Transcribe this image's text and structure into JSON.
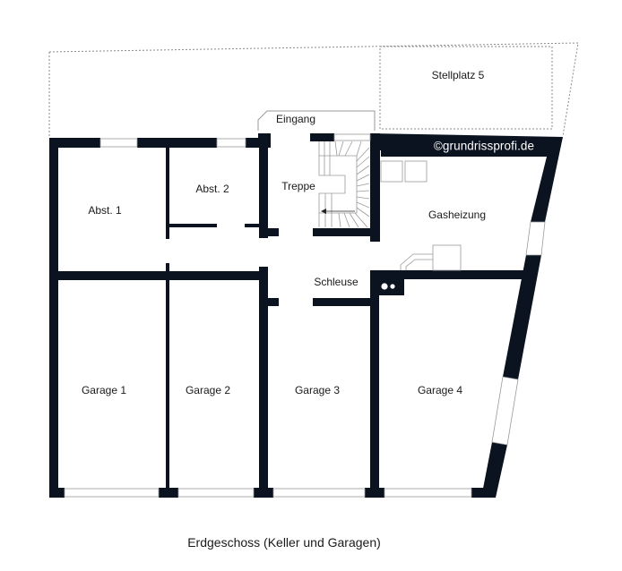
{
  "plan": {
    "title": "Erdgeschoss (Keller und Garagen)",
    "watermark": "©grundrissprofi.de",
    "wall_color": "#0b1320",
    "outline_color": "#9a9a9a",
    "rooms": {
      "stellplatz5": "Stellplatz 5",
      "eingang": "Eingang",
      "treppe": "Treppe",
      "abst1": "Abst. 1",
      "abst2": "Abst. 2",
      "gasheizung": "Gasheizung",
      "schleuse": "Schleuse",
      "garage1": "Garage 1",
      "garage2": "Garage 2",
      "garage3": "Garage 3",
      "garage4": "Garage 4"
    }
  }
}
